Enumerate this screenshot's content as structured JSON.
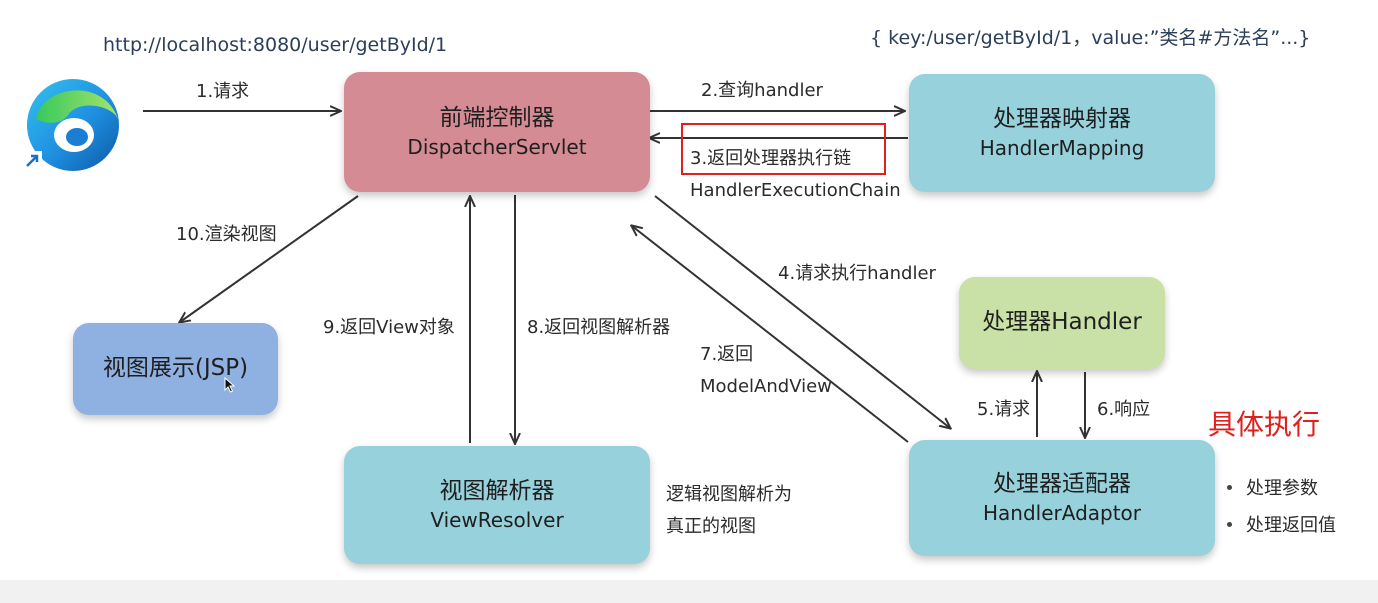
{
  "header": {
    "url": "http://localhost:8080/user/getById/1",
    "mapping_note": "{ key:/user/getById/1，value:”类名#方法名”...}"
  },
  "boxes": {
    "dispatcher": {
      "title": "前端控制器",
      "subtitle": "DispatcherServlet",
      "color": "#d48b93"
    },
    "handler_mapping": {
      "title": "处理器映射器",
      "subtitle": "HandlerMapping",
      "color": "#96d1dc"
    },
    "handler": {
      "title": "处理器Handler",
      "color": "#c9e0a6"
    },
    "handler_adaptor": {
      "title": "处理器适配器",
      "subtitle": "HandlerAdaptor",
      "color": "#96d1dc"
    },
    "view_resolver": {
      "title": "视图解析器",
      "subtitle": "ViewResolver",
      "color": "#96d1dc"
    },
    "view_display": {
      "title": "视图展示(JSP)",
      "color": "#8eb1e2"
    }
  },
  "steps": {
    "s1": "1.请求",
    "s2": "2.查询handler",
    "s3": "3.返回处理器执行链",
    "s3_sub": "HandlerExecutionChain",
    "s4": "4.请求执行handler",
    "s5": "5.请求",
    "s6": "6.响应",
    "s7": "7.返回",
    "s7_sub": "ModelAndView",
    "s8": "8.返回视图解析器",
    "s9": "9.返回View对象",
    "s10": "10.渲染视图"
  },
  "notes": {
    "resolver_line1": "逻辑视图解析为",
    "resolver_line2": "真正的视图",
    "execute_title": "具体执行",
    "execute_items": [
      "处理参数",
      "处理返回值"
    ]
  },
  "colors": {
    "accent_red": "#e0201c",
    "arrow": "#333333"
  },
  "icons": {
    "browser": "edge-browser-icon"
  }
}
